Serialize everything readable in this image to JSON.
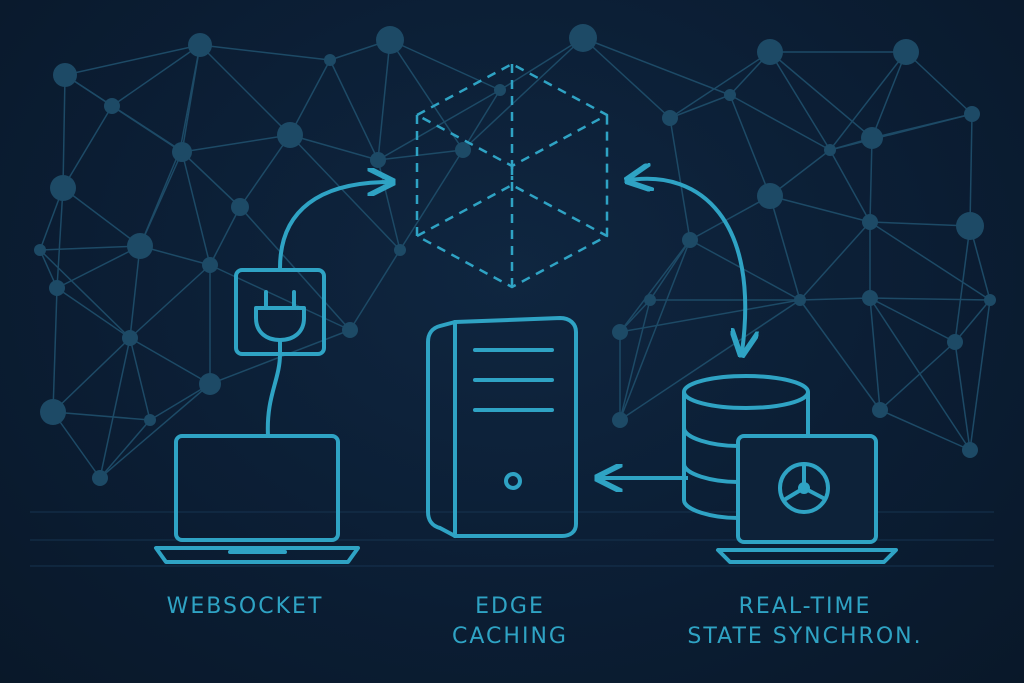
{
  "labels": {
    "websocket": "WEBSOCKET",
    "edge_caching": [
      "EDGE",
      "CACHING"
    ],
    "realtime": [
      "REAL-TIME",
      "STATE SYNCHRON."
    ]
  },
  "colors": {
    "background": "#0b1d33",
    "accent": "#2fa3c4",
    "network": "#1d4a66"
  },
  "icons": [
    "laptop-icon",
    "power-plug-icon",
    "dashed-cube-icon",
    "server-tower-icon",
    "database-icon",
    "dashboard-laptop-icon",
    "network-mesh-background"
  ]
}
